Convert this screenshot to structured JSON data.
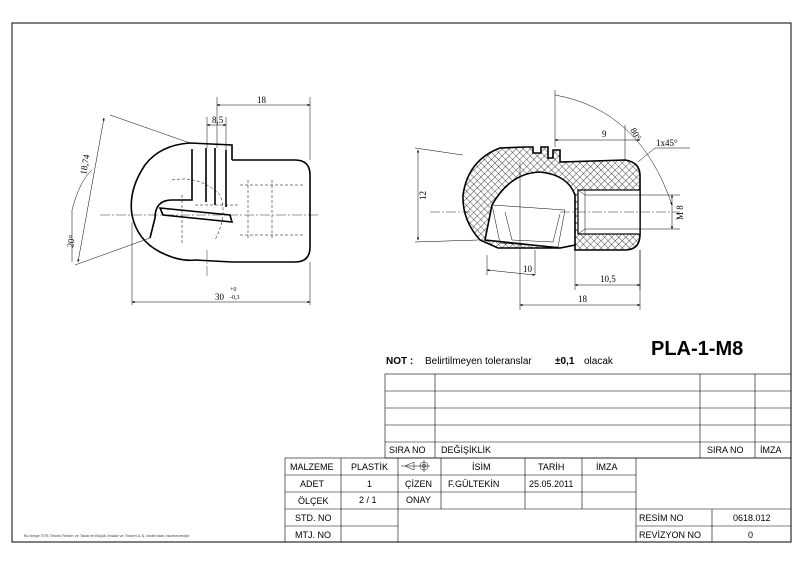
{
  "title": "PLA-1-M8",
  "note": {
    "label": "NOT :",
    "text": "Belirtilmeyen toleranslar",
    "tol": "±0,1",
    "suffix": "olacak"
  },
  "dimensions": {
    "left": {
      "d18": "18",
      "d85": "8,5",
      "d1874": "18,74",
      "a20": "20°",
      "d30": "30",
      "tol_up": "+0",
      "tol_dn": "-0,3"
    },
    "right": {
      "a80": "80°",
      "d9": "9",
      "chamfer": "1x45°",
      "d12": "12",
      "m8": "M 8",
      "d10": "10",
      "d105": "10,5",
      "d18": "18"
    }
  },
  "revision_table": {
    "sira_no": "SIRA NO",
    "degisiklik": "DEĞİŞİKLİK",
    "sira_no_2": "SIRA NO",
    "imza": "İMZA"
  },
  "title_block": {
    "malzeme_label": "MALZEME",
    "malzeme_value": "PLASTİK",
    "isim": "İSİM",
    "tarih": "TARİH",
    "imza": "İMZA",
    "adet_label": "ADET",
    "adet_value": "1",
    "cizen": "ÇİZEN",
    "cizen_name": "F.GÜLTEKİN",
    "cizen_date": "25.05.2011",
    "olcek_label": "ÖLÇEK",
    "olcek_value": "2 / 1",
    "onay": "ONAY",
    "std_label": "STD. NO",
    "mtj_label": "MTJ. NO",
    "resim_label": "RESİM NO",
    "resim_value": "0618.012",
    "revizyon_label": "REVİZYON NO",
    "revizyon_value": "0"
  },
  "footer_text": "Bu belge STB Teknik Resim ve Tasarım Büyük İmalat ve Ticaret A.Ş. tarafından hazırlanmıştır"
}
